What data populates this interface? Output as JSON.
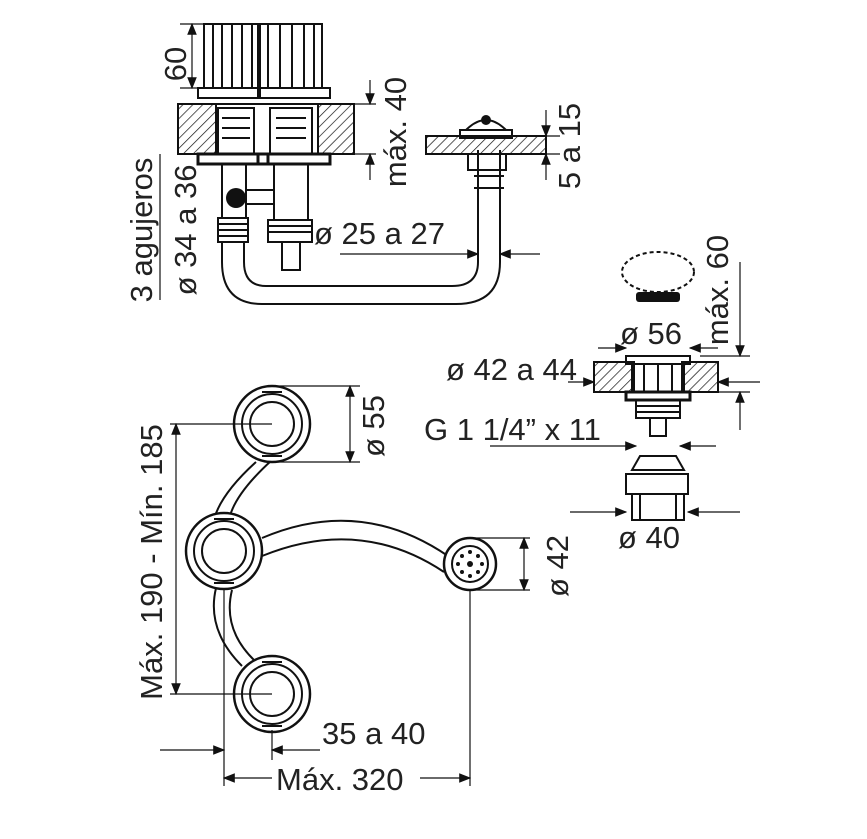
{
  "labels": {
    "height_60": "60",
    "max_40": "máx. 40",
    "range_5_15": "5 a 15",
    "holes": "3 agujeros",
    "hole_diameter": "ø 34 a 36",
    "pipe_diameter": "ø 25 a 27",
    "chain_max_60": "máx. 60",
    "diameter_56": "ø 56",
    "diameter_42_44": "ø 42 a 44",
    "thread": "G 1 1/4” x 11",
    "diameter_40": "ø 40",
    "diameter_55": "ø 55",
    "spacing_max_min": "Máx. 190 - Mín. 185",
    "diameter_42": "ø 42",
    "offset_35_40": "35 a 40",
    "max_320": "Máx. 320"
  }
}
